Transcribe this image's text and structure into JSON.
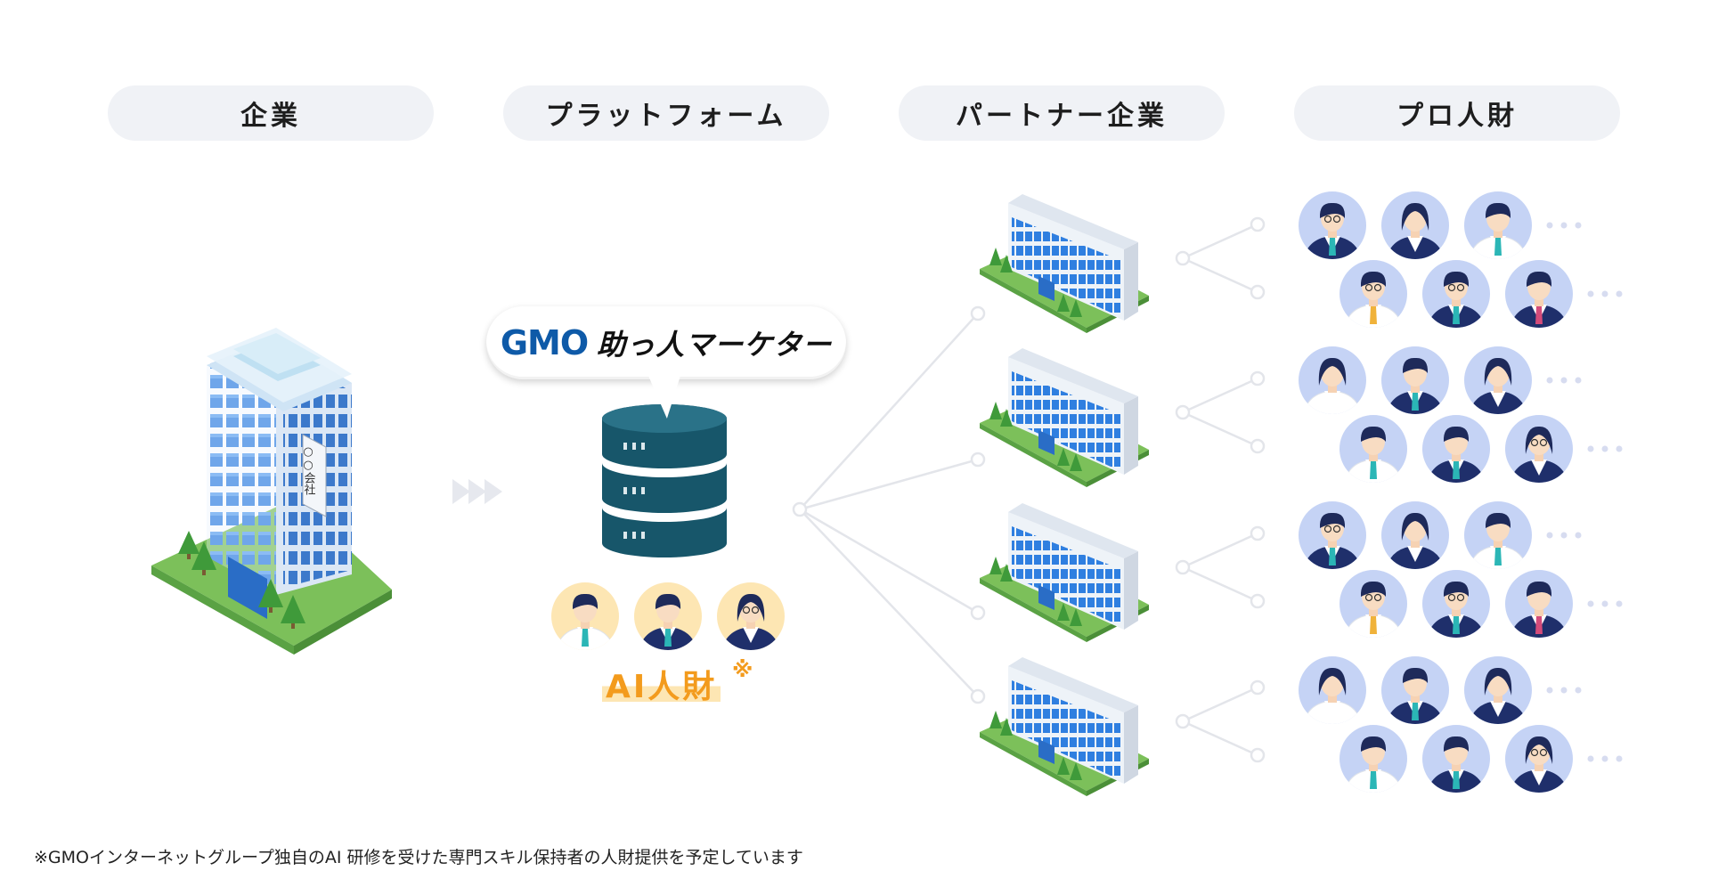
{
  "headers": {
    "company": "企業",
    "platform": "プラットフォーム",
    "partner": "パートナー企業",
    "pro": "プロ人財"
  },
  "logo": {
    "brand": "GMO",
    "product": "助っ人マーケター"
  },
  "building_sign": "○○会社",
  "ai_label": "AI人財",
  "ai_mark": "※",
  "footnote": "※GMOインターネットグループ独自のAI 研修を受けた専門スキル保持者の人財提供を予定しています",
  "colors": {
    "header_bg": "#f0f2f6",
    "building_blue": "#2a78d8",
    "grass": "#7cc05a",
    "db": "#17566a",
    "avatar_blue_bg": "#c5d3f5",
    "avatar_yellow_bg": "#fde6b3",
    "ai_orange": "#f39b1d",
    "line_gray": "#e3e5ea"
  },
  "pro_groups": 4,
  "pro_rows_per_group": 2,
  "pro_per_row": 3
}
